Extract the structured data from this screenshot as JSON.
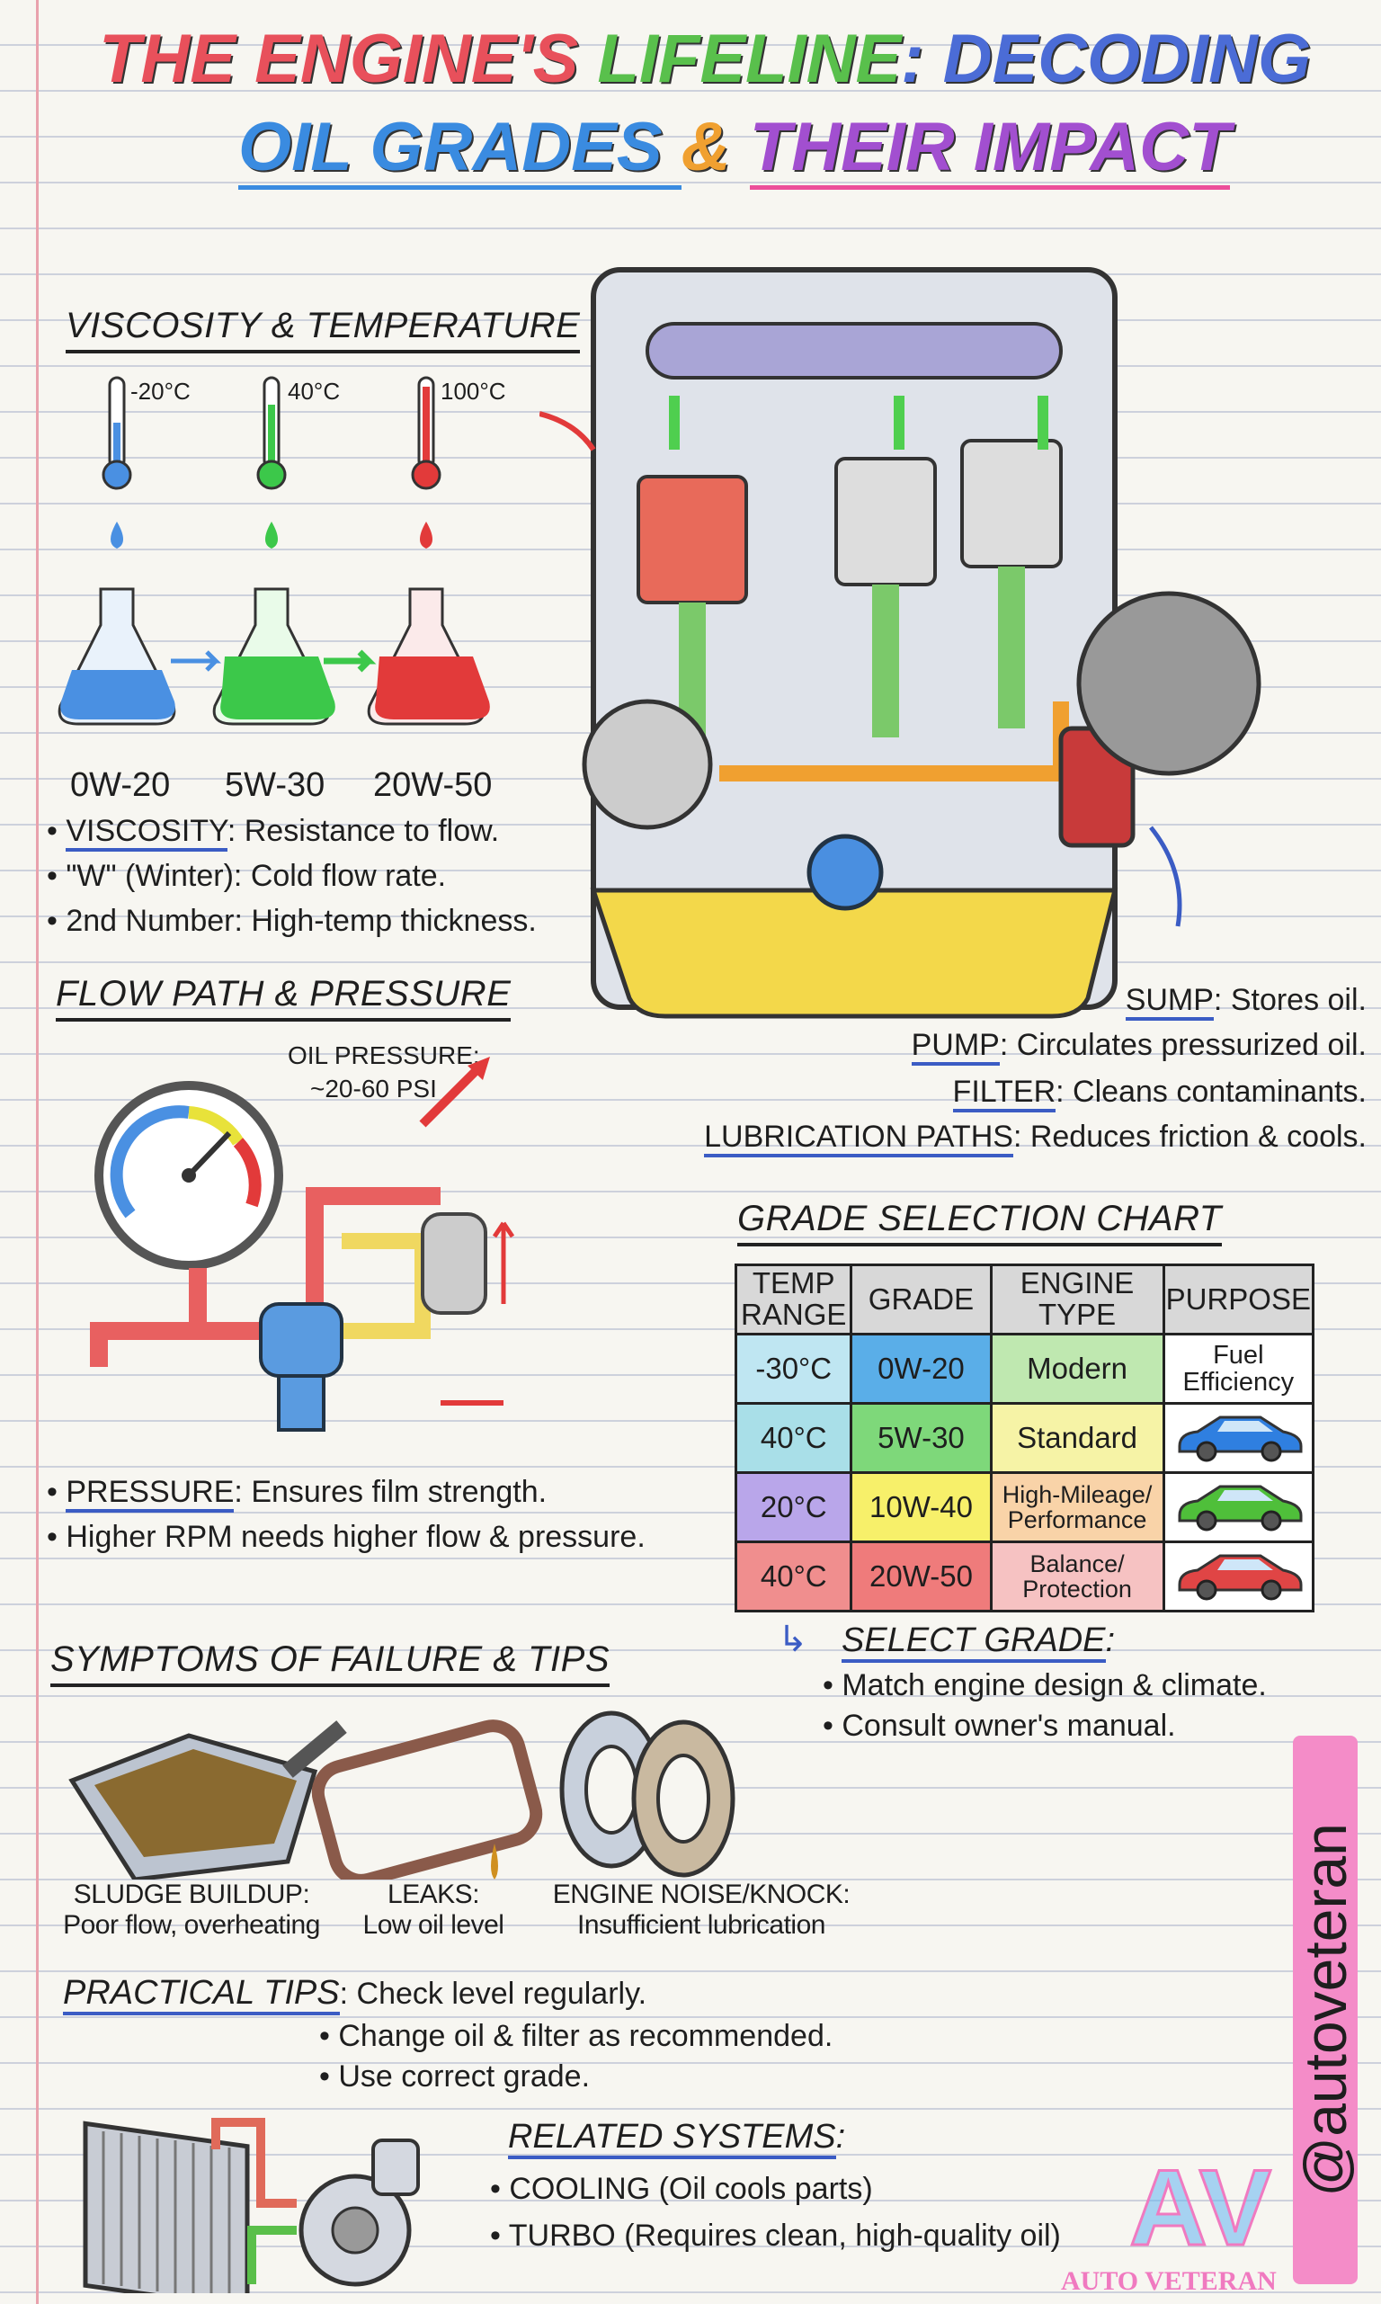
{
  "title": {
    "line1_a": "THE ENGINE'S ",
    "line1_b": "LIFELINE",
    "line1_c": ": DECODING",
    "line2_a": "OIL GRADES ",
    "line2_b": "& ",
    "line2_c": "THEIR IMPACT"
  },
  "viscosity": {
    "header": "VISCOSITY & TEMPERATURE",
    "temps": [
      "-20°C",
      "40°C",
      "100°C"
    ],
    "grades": [
      "0W-20",
      "5W-30",
      "20W-50"
    ],
    "colors": [
      "#4a90e2",
      "#3cc84a",
      "#e23a3a"
    ],
    "bullets": [
      {
        "term": "VISCOSITY",
        "text": ": Resistance to flow."
      },
      {
        "term": "\"W\" (Winter)",
        "text": ": Cold flow rate."
      },
      {
        "term": "2nd Number",
        "text": ": High-temp thickness."
      }
    ]
  },
  "flow": {
    "header": "FLOW PATH & PRESSURE",
    "pressure_label": "OIL PRESSURE:",
    "pressure_value": "~20-60 PSI",
    "bullets": [
      {
        "term": "PRESSURE",
        "text": ": Ensures film strength."
      },
      {
        "term": "",
        "text": "Higher RPM needs higher flow & pressure."
      }
    ]
  },
  "engine": {
    "labels": [
      {
        "term": "SUMP",
        "text": ": Stores oil."
      },
      {
        "term": "PUMP",
        "text": ": Circulates pressurized oil."
      },
      {
        "term": "FILTER",
        "text": ": Cleans contaminants."
      },
      {
        "term": "LUBRICATION PATHS",
        "text": ": Reduces friction & cools."
      }
    ]
  },
  "grade_chart": {
    "header": "GRADE SELECTION CHART",
    "columns": [
      "TEMP RANGE",
      "GRADE",
      "ENGINE TYPE",
      "PURPOSE"
    ],
    "rows": [
      {
        "temp": "-30°C",
        "grade": "0W-20",
        "engine": "Modern",
        "purpose": "Fuel Efficiency",
        "car": "",
        "colors": [
          "#bfe6f2",
          "#5aaee8",
          "#bfe8b0"
        ]
      },
      {
        "temp": "40°C",
        "grade": "5W-30",
        "engine": "Standard",
        "purpose": "",
        "car": "#2f7fe0",
        "colors": [
          "#a9dfe8",
          "#7ed87a",
          "#f6f3a6"
        ]
      },
      {
        "temp": "20°C",
        "grade": "10W-40",
        "engine": "High-Mileage/ Performance",
        "purpose": "",
        "car": "#4fbf3a",
        "colors": [
          "#b9a6ea",
          "#f7f06a",
          "#f9d3a8"
        ]
      },
      {
        "temp": "40°C",
        "grade": "20W-50",
        "engine": "Balance/ Protection",
        "purpose": "",
        "car": "#e04545",
        "colors": [
          "#f08e8e",
          "#ef7b7b",
          "#f6c2c2"
        ]
      }
    ],
    "select_header": "SELECT GRADE",
    "select_bullets": [
      "Match engine design & climate.",
      "Consult owner's manual."
    ]
  },
  "symptoms": {
    "header": "SYMPTOMS OF FAILURE & TIPS",
    "items": [
      {
        "title": "SLUDGE BUILDUP:",
        "desc": "Poor flow, overheating"
      },
      {
        "title": "LEAKS:",
        "desc": "Low oil level"
      },
      {
        "title": "ENGINE NOISE/KNOCK:",
        "desc": "Insufficient lubrication"
      }
    ],
    "tips_header": "PRACTICAL TIPS",
    "tips": [
      "Check level regularly.",
      "Change oil & filter as recommended.",
      "Use correct grade."
    ],
    "related_header": "RELATED SYSTEMS",
    "related": [
      "COOLING (Oil cools parts)",
      "TURBO (Requires clean, high-quality oil)"
    ]
  },
  "brand": {
    "handle": "@autoveteran",
    "logo_text": "AUTO VETERAN",
    "logo_letters": "AV"
  }
}
